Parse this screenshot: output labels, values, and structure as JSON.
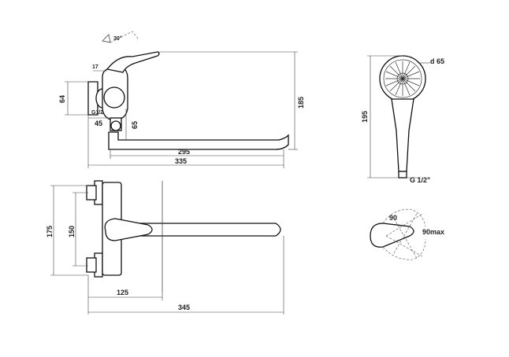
{
  "side_view": {
    "angle": "30°",
    "dim_17": "17",
    "dim_64": "64",
    "dim_g12": "G1/2",
    "dim_45": "45",
    "dim_65": "65",
    "dim_185": "185",
    "dim_295": "295",
    "dim_335": "335"
  },
  "front_view": {
    "dim_175": "175",
    "dim_150": "150",
    "dim_125": "125",
    "dim_345": "345"
  },
  "shower_head": {
    "dim_d65": "d 65",
    "dim_195": "195",
    "dim_g12": "G 1/2\""
  },
  "lever_top": {
    "dim_90": "90",
    "dim_90max": "90max"
  }
}
